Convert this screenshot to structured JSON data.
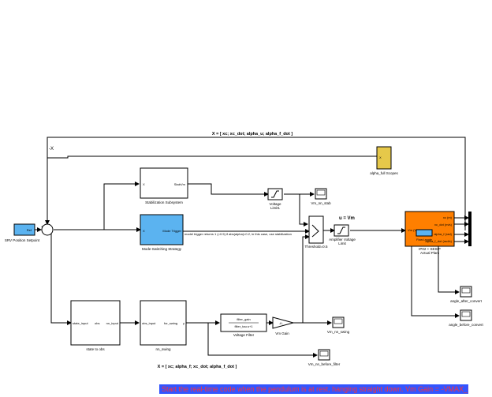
{
  "signals": {
    "top_state_label": "X = [ xc; xc_dot; alpha_u; alpha_f_dot ]",
    "bottom_state_label": "X = [ xc; alpha_f; xc_dot; alpha_f_dot ]",
    "neg_x_label": "-X",
    "mode_note": "model trigger returns 1 (=0.5) if abs(alpha)<0.2, in this case, use stabilization",
    "u_label": "u = Vm"
  },
  "blocks": {
    "setpoint": {
      "label": "SRV Position Setpoint",
      "port": "Ref"
    },
    "stab": {
      "label": "Stabilization Subsystem",
      "in_port": "X",
      "out_port": "StabVm"
    },
    "mode": {
      "label": "Mode-Switching Strategy",
      "in_port": "X",
      "out_port": "Mode Trigger"
    },
    "alpha_full_scopes": {
      "label": "alpha_full Scopes",
      "in_port": "X"
    },
    "voltage_limit1": {
      "label": "Voltage Limit1"
    },
    "vm_nn_stab": {
      "label": "Vm_nn_stab"
    },
    "threshold": {
      "label": "Threshold=0.5"
    },
    "amp_limit": {
      "label": "Amplifier Voltage Limit"
    },
    "plant": {
      "label": "IP02 + SESIP",
      "sublabel": "Actual Plant",
      "in_port": "Vm (V)",
      "outputs": [
        "xc (m)",
        "xc_dot (m/s)",
        "alpha_f (rad)",
        "alpha_f_dot (rad/s)"
      ]
    },
    "fix_angle": {
      "label": "Fixed angle"
    },
    "angle_after": {
      "label": "angle_after_convert"
    },
    "angle_before": {
      "label": "angle_before_convert"
    },
    "state_to_obs": {
      "label": "state to obs",
      "in_port": "state_input",
      "mid_port": "obs",
      "out_port": "nn_input"
    },
    "nn_swing": {
      "label": "nn_swing",
      "in_port": "obs_input",
      "mid_port": "for_swing",
      "out_port": "y"
    },
    "voltage_filter": {
      "label": "Voltage Filter",
      "line1": "filter_gain",
      "line2": "filter_tau.s+1"
    },
    "vm_gain": {
      "label": "Vm Gain",
      "value": "-K-"
    },
    "vm_nn_swing": {
      "label": "Vm_nn_swing"
    },
    "vm_nn_before_filter": {
      "label": "Vm_nn_before_filter"
    }
  },
  "footer_note": "Start the real-time code when the pendulum is at rest, hanging straight down. Vm Gain = -VMAX_DAC",
  "colors": {
    "blue_block": "#5bb3f0",
    "yellow_block": "#e6c84a",
    "orange_block": "#ff7f00",
    "note_bg": "#3355ff",
    "note_text": "#ff3333"
  }
}
